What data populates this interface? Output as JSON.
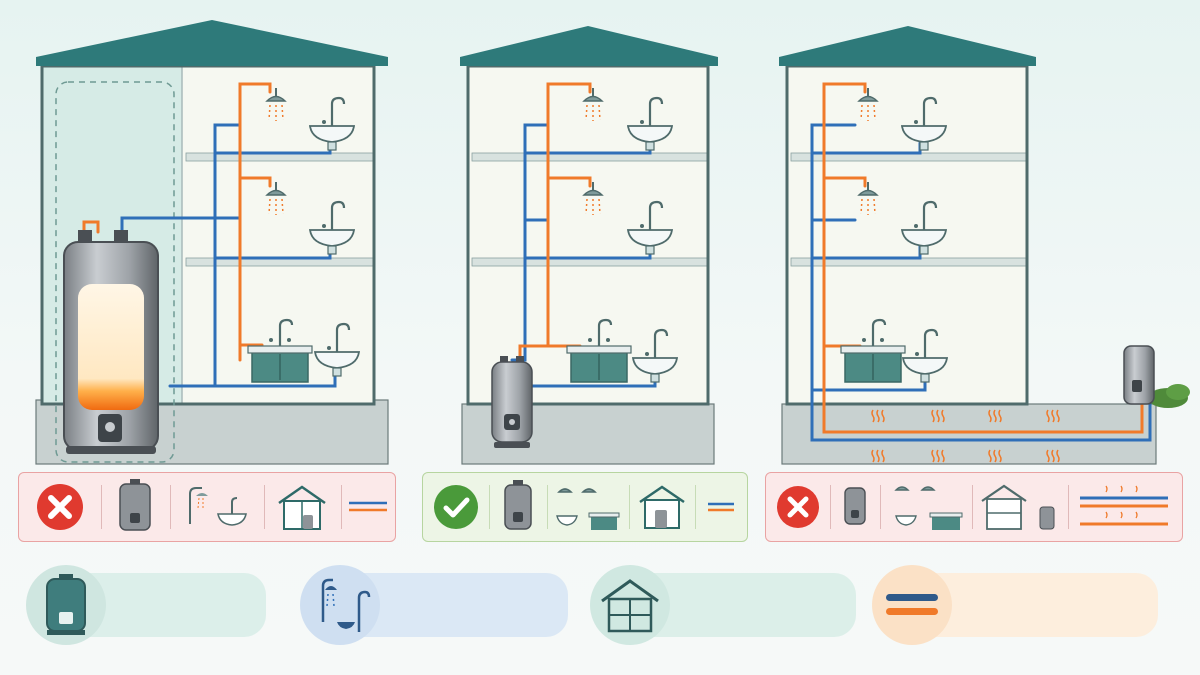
{
  "title": "",
  "scenarios": [
    {
      "id": "large-tank-far",
      "verdict": "incorrect",
      "verdict_color": "#e03a2f"
    },
    {
      "id": "small-tank-near",
      "verdict": "correct",
      "verdict_color": "#4a9a3a"
    },
    {
      "id": "outdoor-long-run",
      "verdict": "incorrect",
      "verdict_color": "#e03a2f"
    }
  ],
  "colors": {
    "hot_pipe": "#f07a2a",
    "cold_pipe": "#2f6fb8",
    "roof": "#2e7a7a",
    "wall_outline": "#4f6b6b",
    "bad_panel": "#fbe9e9",
    "good_panel": "#edf5e6"
  },
  "legend": [
    {
      "icon": "water-heater-icon",
      "color": "#d4ece6"
    },
    {
      "icon": "fixtures-icon",
      "color": "#dbe8f5"
    },
    {
      "icon": "house-icon",
      "color": "#dcefe9"
    },
    {
      "icon": "pipes-icon",
      "color": "#fdeedd"
    }
  ]
}
